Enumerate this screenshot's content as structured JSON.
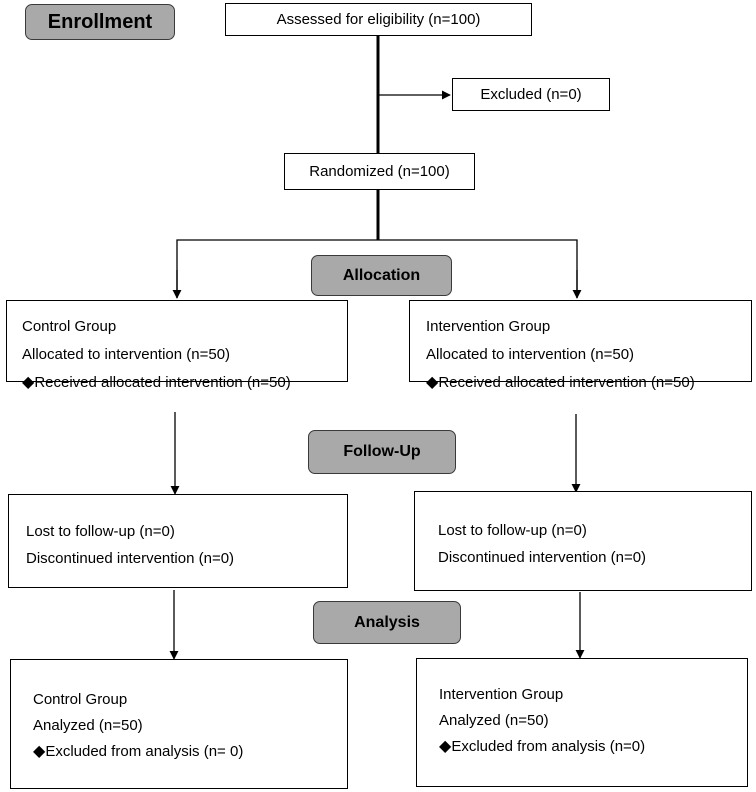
{
  "stages": {
    "enrollment": "Enrollment",
    "allocation": "Allocation",
    "followup": "Follow-Up",
    "analysis": "Analysis"
  },
  "boxes": {
    "assessed": "Assessed for eligibility (n=100)",
    "excluded": "Excluded (n=0)",
    "randomized": "Randomized (n=100)",
    "control_alloc": {
      "title": "Control Group",
      "line1": "Allocated to intervention (n=50)",
      "line2": "Received allocated intervention (n=50)"
    },
    "intervention_alloc": {
      "title": "Intervention Group",
      "line1": "Allocated to intervention (n=50)",
      "line2": "Received allocated intervention (n=50)"
    },
    "control_followup": {
      "line1": "Lost to follow-up (n=0)",
      "line2": "Discontinued intervention (n=0)"
    },
    "intervention_followup": {
      "line1": "Lost to follow-up (n=0)",
      "line2": "Discontinued intervention (n=0)"
    },
    "control_analysis": {
      "title": "Control Group",
      "line1": "Analyzed (n=50)",
      "line2": "Excluded from analysis (n= 0)"
    },
    "intervention_analysis": {
      "title": "Intervention Group",
      "line1": "Analyzed (n=50)",
      "line2": "Excluded from analysis (n=0)"
    }
  },
  "bullet_icon": "diamond-icon"
}
